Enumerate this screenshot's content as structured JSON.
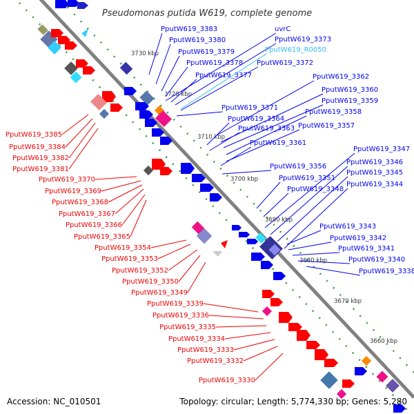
{
  "header": {
    "title": "Pseudomonas putida W619, complete genome"
  },
  "footer": {
    "accession": "Accession: NC_010501",
    "topology": "Topology: circular; Length: 5,774,330 bp; Genes: 5,280"
  },
  "colors": {
    "forward": "#0000ff",
    "reverse": "#ff0000",
    "rna": "#33ccff",
    "backbone": "#808080",
    "tick": "#339933"
  },
  "scale_marks": [
    "3730 kbp",
    "3720 kbp",
    "3710 kbp",
    "3700 kbp",
    "3690 kbp",
    "3680 kbp",
    "3670 kbp",
    "3660 kbp"
  ],
  "labels_right": [
    "PputW619_3383",
    "PputW619_3380",
    "PputW619_3379",
    "PputW619_3378",
    "PputW619_3377",
    "uvrC",
    "PputW619_3373",
    "PputW619_R0050",
    "PputW619_3372",
    "PputW619_3362",
    "PputW619_3360",
    "PputW619_3359",
    "PputW619_3358",
    "PputW619_3357",
    "PputW619_3371",
    "PputW619_3364",
    "PputW619_3363",
    "PputW619_3361",
    "PputW619_3356",
    "PputW619_3351",
    "PputW619_3348",
    "PputW619_3347",
    "PputW619_3346",
    "PputW619_3345",
    "PputW619_3344",
    "PputW619_3343",
    "PputW619_3342",
    "PputW619_3341",
    "PputW619_3340",
    "PputW619_3338"
  ],
  "labels_left": [
    "PputW619_3385",
    "PputW619_3384",
    "PputW619_3382",
    "PputW619_3381",
    "PputW619_3370",
    "PputW619_3369",
    "PputW619_3368",
    "PputW619_3367",
    "PputW619_3366",
    "PputW619_3365",
    "PputW619_3354",
    "PputW619_3353",
    "PputW619_3352",
    "PputW619_3350",
    "PputW619_3349",
    "PputW619_3339",
    "PputW619_3336",
    "PputW619_3335",
    "PputW619_3334",
    "PputW619_3333",
    "PputW619_3332",
    "PputW619_3330"
  ]
}
